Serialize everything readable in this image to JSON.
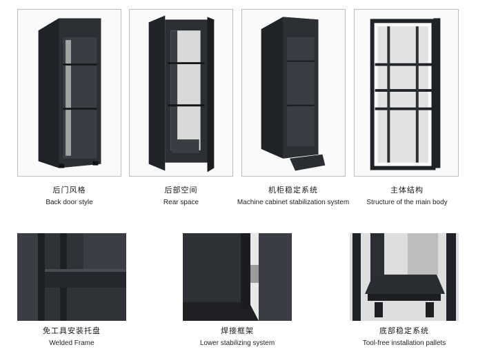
{
  "top_row": [
    {
      "zh": "后门风格",
      "en": "Back door style"
    },
    {
      "zh": "后部空间",
      "en": "Rear space"
    },
    {
      "zh": "机柜稳定系统",
      "en": "Machine cabinet stabilization system"
    },
    {
      "zh": "主体结构",
      "en": "Structure of the main body"
    }
  ],
  "bottom_row": [
    {
      "zh": "免工具安装托盘",
      "en": "Welded Frame"
    },
    {
      "zh": "焊接框架",
      "en": "Lower stabilizing system"
    },
    {
      "zh": "底部稳定系统",
      "en": "Tool-free installation pallets"
    }
  ],
  "colors": {
    "cabinet": "#24272b",
    "frame_border": "#bdbdbd",
    "mesh": "#3a3e44"
  }
}
